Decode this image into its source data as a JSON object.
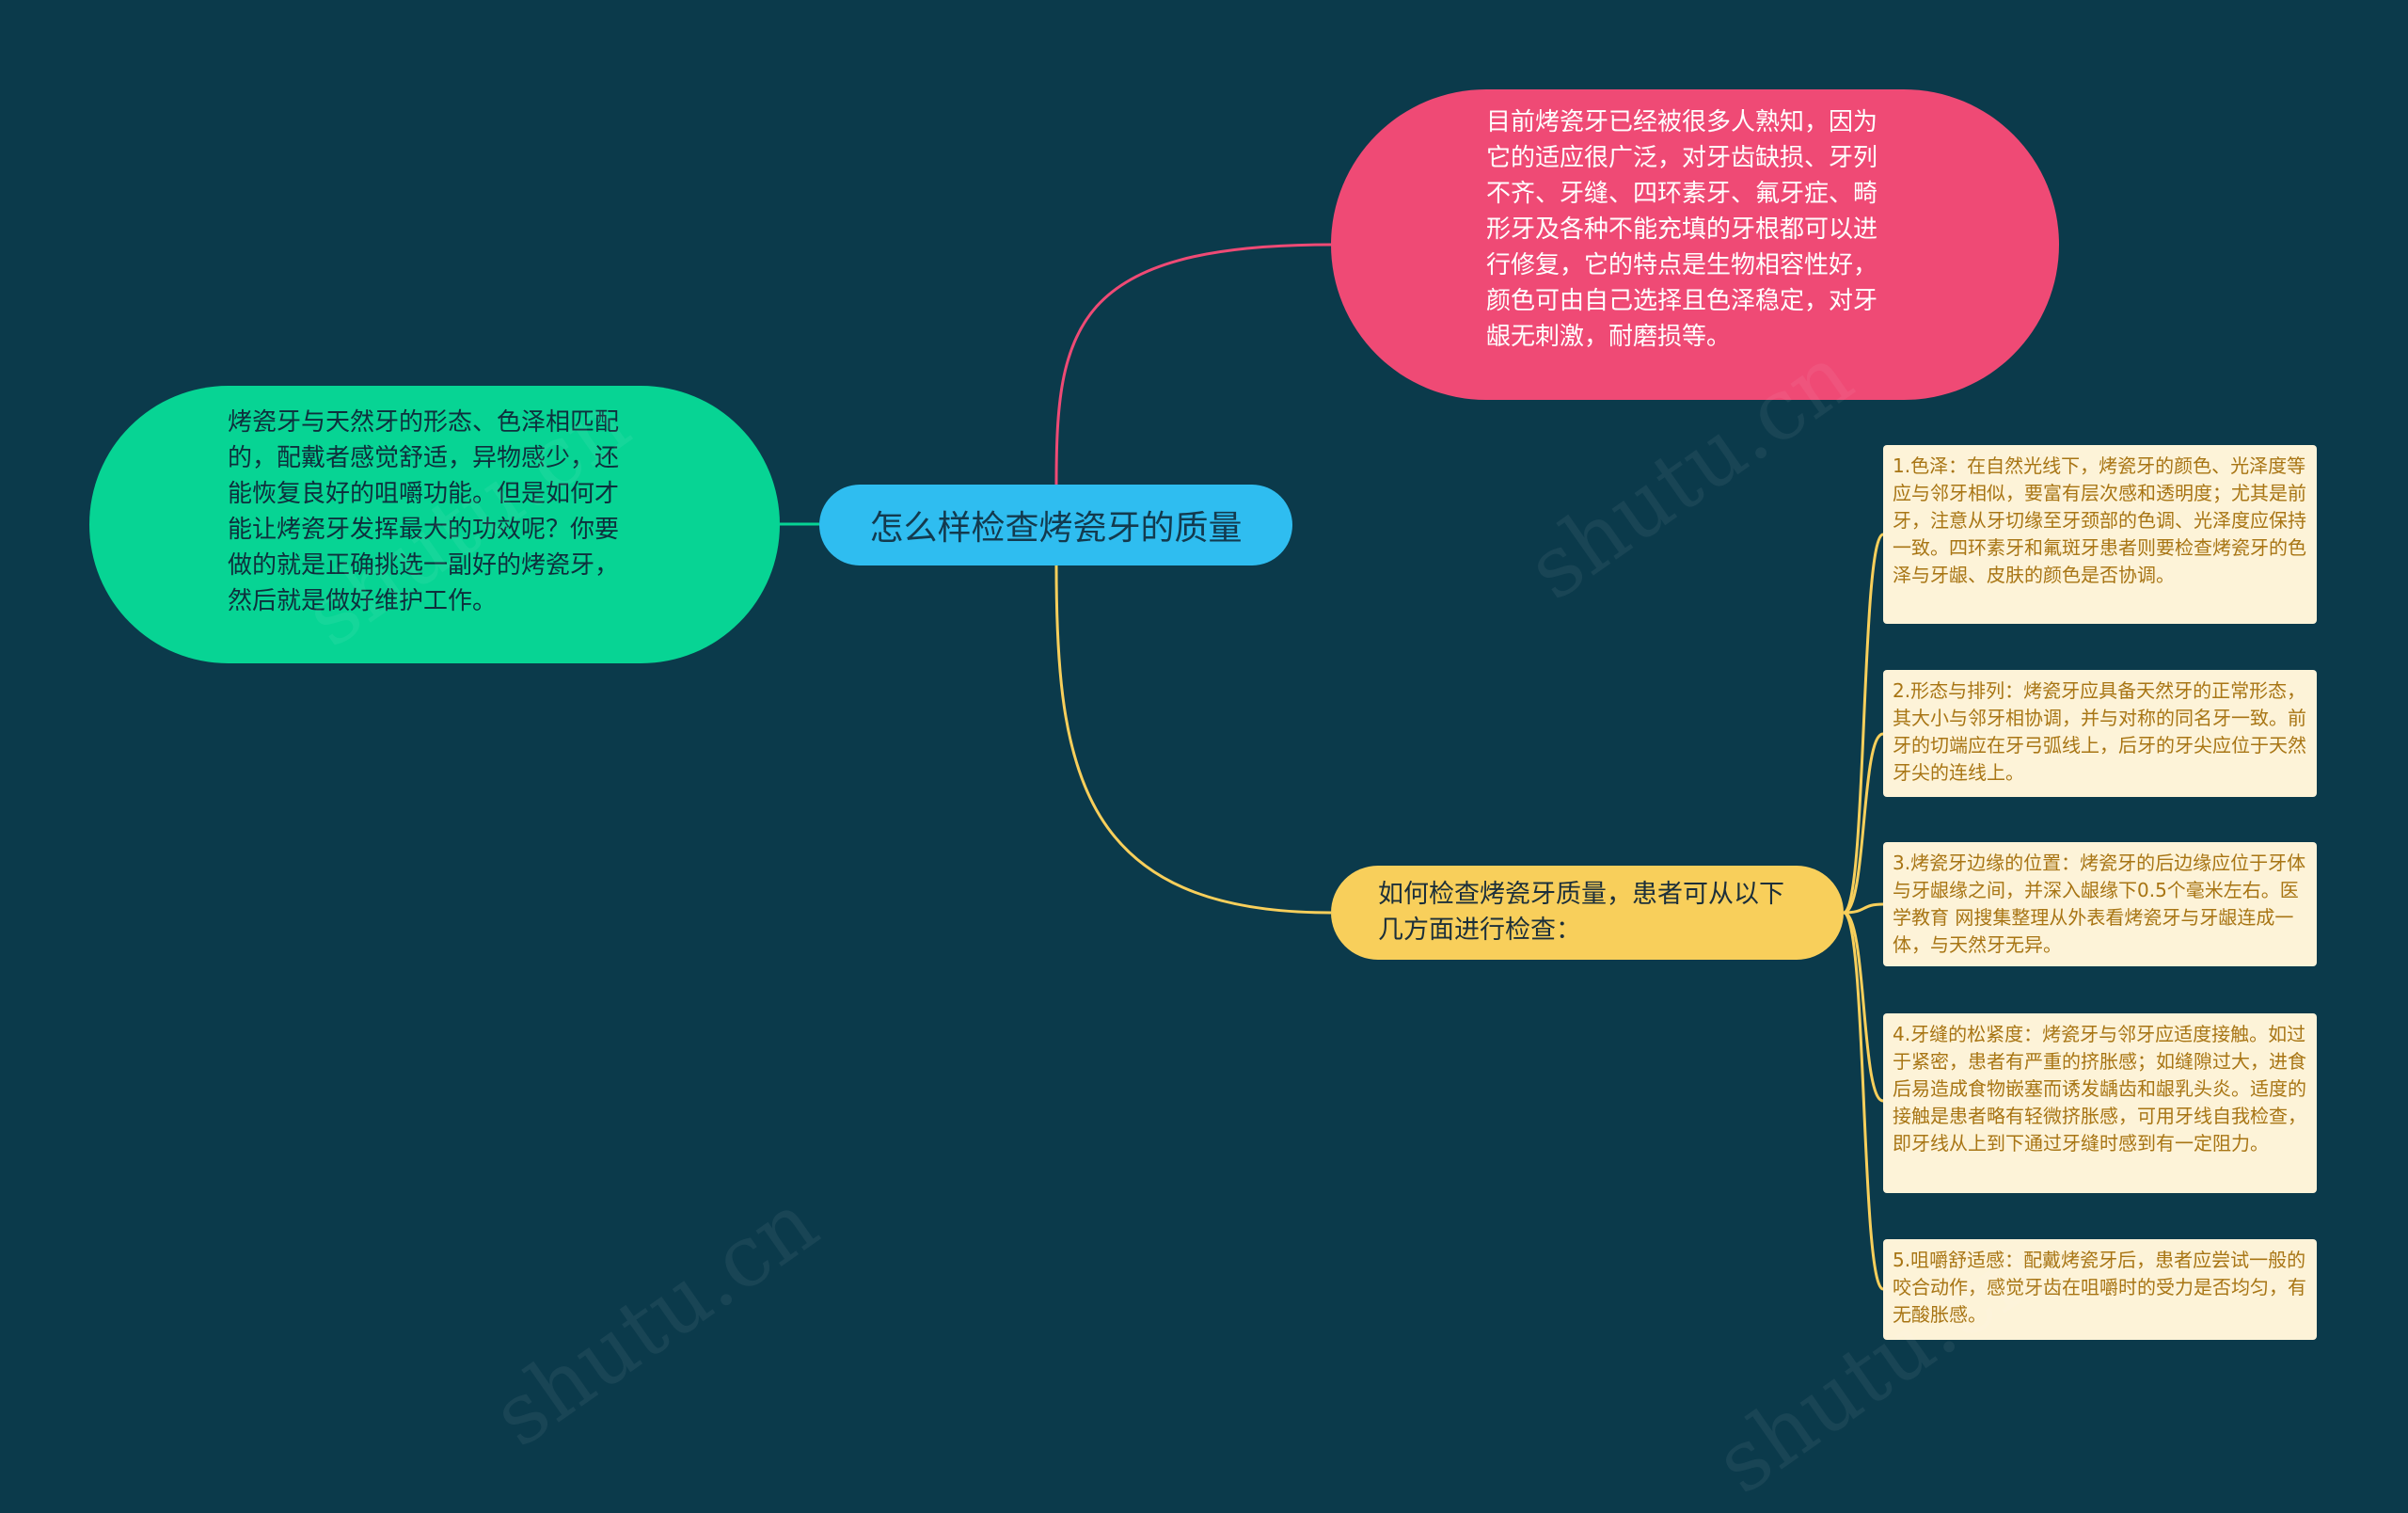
{
  "central": {
    "label": "怎么样检查烤瓷牙的质量"
  },
  "left_node": {
    "text": "烤瓷牙与天然牙的形态、色泽相匹配的，配戴者感觉舒适，异物感少，还能恢复良好的咀嚼功能。但是如何才能让烤瓷牙发挥最大的功效呢？你要做的就是正确挑选一副好的烤瓷牙，然后就是做好维护工作。"
  },
  "top_node": {
    "text": "目前烤瓷牙已经被很多人熟知，因为它的适应很广泛，对牙齿缺损、牙列不齐、牙缝、四环素牙、氟牙症、畸形牙及各种不能充填的牙根都可以进行修复，它的特点是生物相容性好，颜色可由自己选择且色泽稳定，对牙龈无刺激，耐磨损等。"
  },
  "mid_node": {
    "text": "如何检查烤瓷牙质量，患者可从以下几方面进行检查："
  },
  "leaves": [
    "1.色泽：在自然光线下，烤瓷牙的颜色、光泽度等应与邻牙相似，要富有层次感和透明度；尤其是前牙，注意从牙切缘至牙颈部的色调、光泽度应保持一致。四环素牙和氟斑牙患者则要检查烤瓷牙的色泽与牙龈、皮肤的颜色是否协调。",
    "2.形态与排列：烤瓷牙应具备天然牙的正常形态，其大小与邻牙相协调，并与对称的同名牙一致。前牙的切端应在牙弓弧线上，后牙的牙尖应位于天然牙尖的连线上。",
    "3.烤瓷牙边缘的位置：烤瓷牙的后边缘应位于牙体与牙龈缘之间，并深入龈缘下0.5个毫米左右。医学教育 网搜集整理从外表看烤瓷牙与牙龈连成一体，与天然牙无异。",
    "4.牙缝的松紧度：烤瓷牙与邻牙应适度接触。如过于紧密，患者有严重的挤胀感；如缝隙过大，进食后易造成食物嵌塞而诱发龋齿和龈乳头炎。适度的接触是患者略有轻微挤胀感，可用牙线自我检查，即牙线从上到下通过牙缝时感到有一定阻力。",
    "5.咀嚼舒适感：配戴烤瓷牙后，患者应尝试一般的咬合动作，感觉牙齿在咀嚼时的受力是否均匀，有无酸胀感。"
  ],
  "colors": {
    "background": "#0b3a4b",
    "central": "#2fbdf0",
    "left": "#07d494",
    "top": "#ef4a75",
    "mid": "#f8cf5b",
    "leaf_bg": "#fdf3d8",
    "leaf_text": "#a87514"
  }
}
